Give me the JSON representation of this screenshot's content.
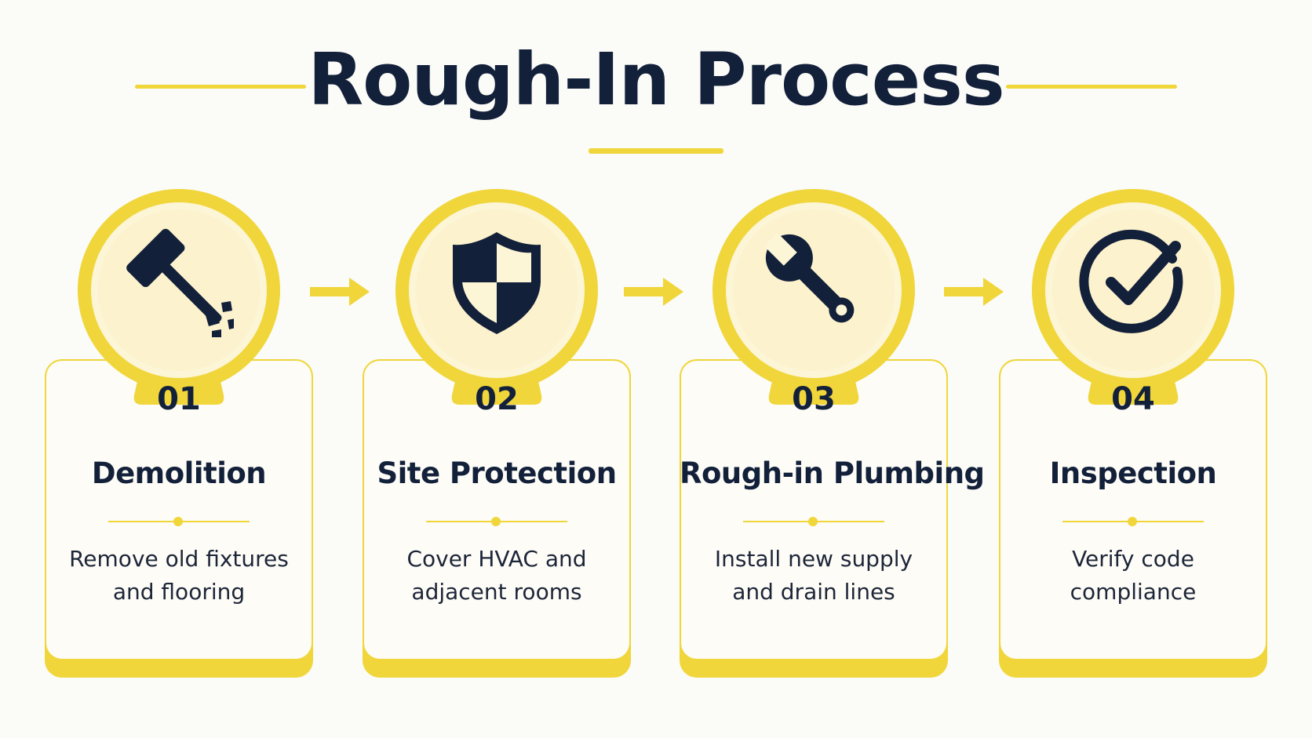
{
  "title": "Rough-In Process",
  "colors": {
    "accent": "#f0d63a",
    "ink": "#13203a",
    "medal_fill": "#fcf5d6",
    "card": "#fdfcf7"
  },
  "steps": [
    {
      "number": "01",
      "title": "Demolition",
      "description": "Remove old fixtures and flooring",
      "icon": "sledgehammer-icon"
    },
    {
      "number": "02",
      "title": "Site Protection",
      "description": "Cover HVAC and adjacent rooms",
      "icon": "shield-icon"
    },
    {
      "number": "03",
      "title": "Rough-in Plumbing",
      "description": "Install new supply and drain lines",
      "icon": "wrench-icon"
    },
    {
      "number": "04",
      "title": "Inspection",
      "description": "Verify code compliance",
      "icon": "checkmark-circle-icon"
    }
  ]
}
